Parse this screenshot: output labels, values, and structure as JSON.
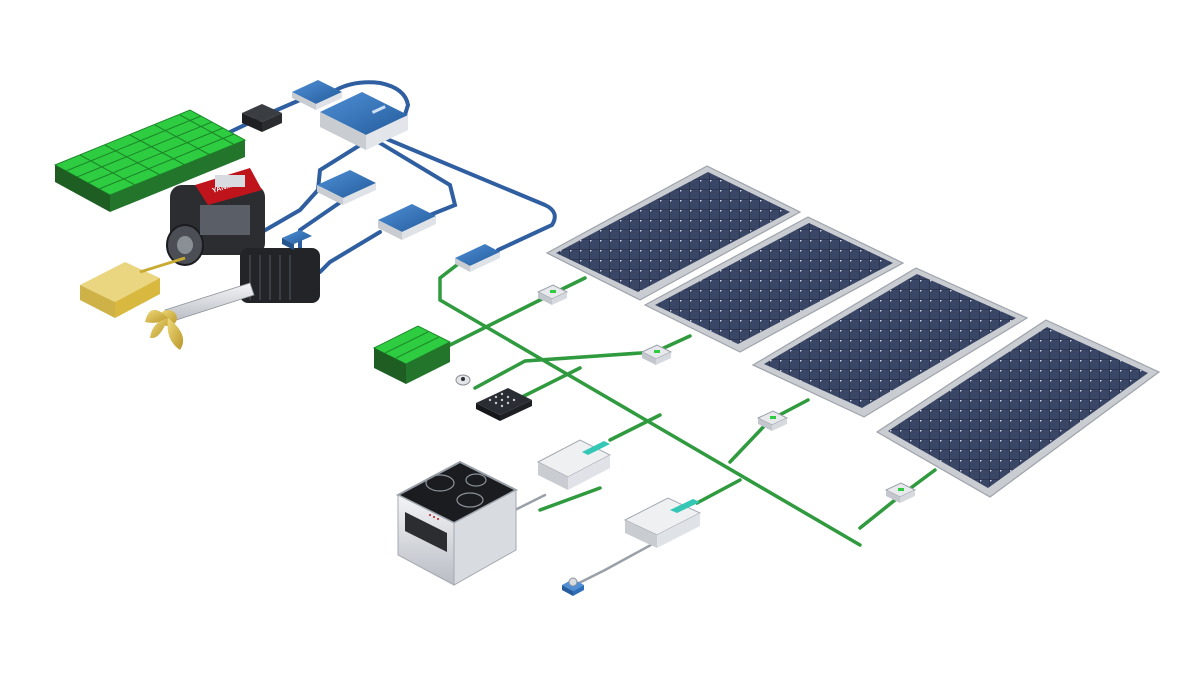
{
  "scene": {
    "type": "hybrid-marine-power-system",
    "background": "#ffffff",
    "colors": {
      "dc_bus_cable": "#2f9a3e",
      "hv_cable": "#2f5fa0",
      "battery_green": "#2ecc40",
      "module_blue": "#2f6fb8",
      "panel_cell": "#2c3550",
      "panel_frame": "#c9ccd1",
      "generator_red": "#c0141c",
      "fuel_tank": "#d4b02a",
      "propeller": "#d7bf63",
      "converter_accent": "#35c7b6"
    },
    "brand_mark": "YANMAR"
  },
  "components": {
    "solar_panels": {
      "count": 4,
      "icon": "solar-panel-icon"
    },
    "mppt_controllers": {
      "count": 4,
      "icon": "junction-box-icon"
    },
    "hv_battery_bank": {
      "icon": "battery-pack-icon"
    },
    "lv_battery": {
      "icon": "battery-icon"
    },
    "engine_generator": {
      "icon": "engine-icon"
    },
    "electric_motor": {
      "icon": "motor-icon"
    },
    "inverters": {
      "count": 2,
      "icon": "inverter-icon"
    },
    "induction_cooktop": {
      "icon": "cooktop-icon"
    },
    "control_panel": {
      "icon": "keypad-icon"
    },
    "shore_power_inlet": {
      "icon": "plug-icon"
    },
    "fuel_tank": {
      "icon": "fuel-tank-icon"
    },
    "propeller": {
      "icon": "propeller-icon"
    }
  }
}
